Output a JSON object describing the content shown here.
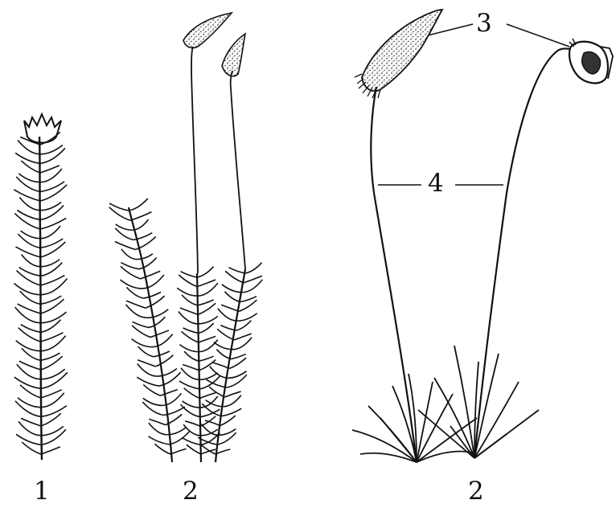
{
  "figure": {
    "labels": {
      "plant_1": "1",
      "plant_2_left": "2",
      "plant_2_right": "2",
      "capsule": "3",
      "seta": "4"
    },
    "ink_color": "#111111",
    "paper_color": "#ffffff"
  }
}
